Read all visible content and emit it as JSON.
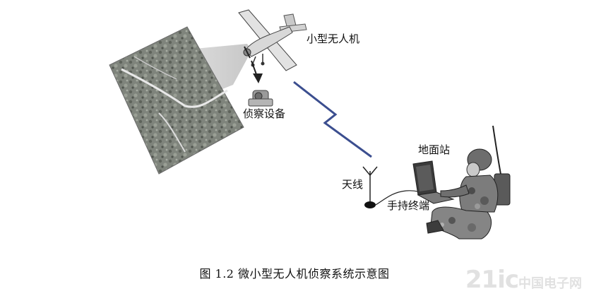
{
  "labels": {
    "uav": "小型无人机",
    "recon_equipment": "侦察设备",
    "ground_station": "地面站",
    "antenna": "天线",
    "handheld_terminal": "手持终端"
  },
  "caption": "图 1.2  微小型无人机侦察系统示意图",
  "watermark": {
    "main": "21ic",
    "sub": "中国电子网"
  },
  "colors": {
    "link": "#3b4e8f",
    "photo": "#8a8f86",
    "ink": "#111111"
  }
}
